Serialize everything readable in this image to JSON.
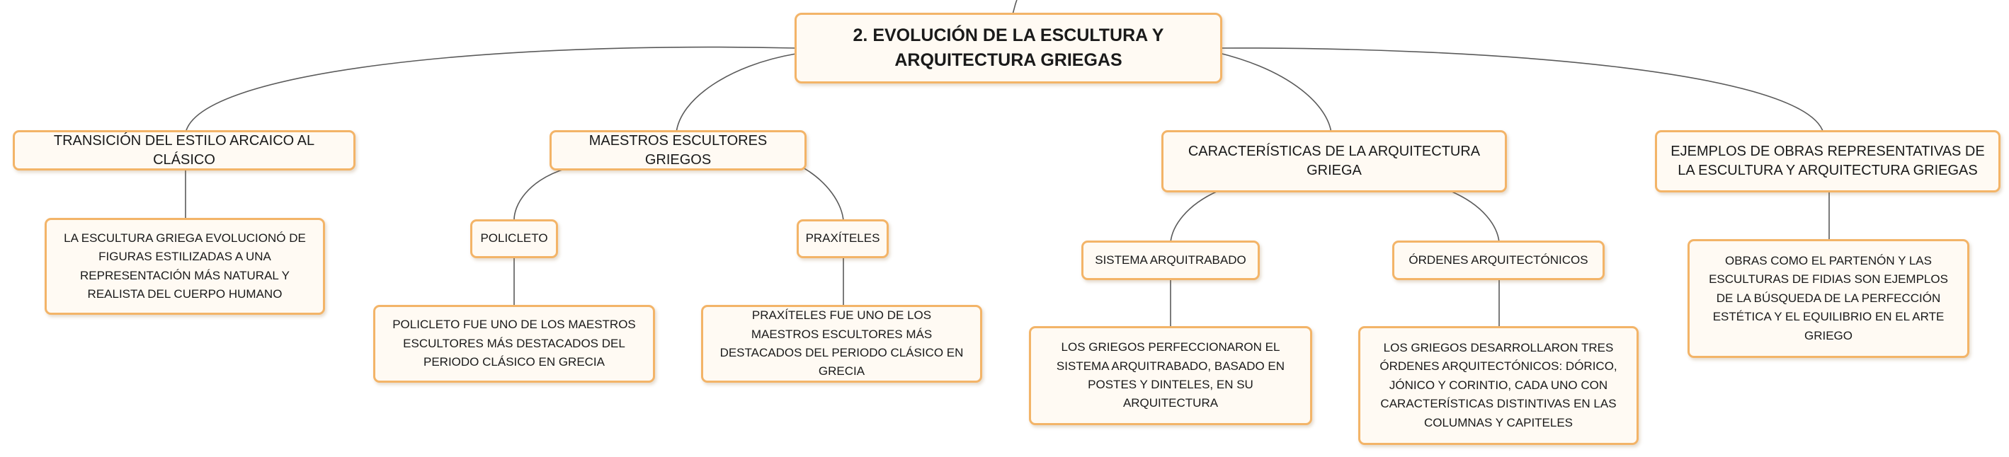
{
  "mindmap": {
    "root": "2. EVOLUCIÓN DE LA ESCULTURA Y ARQUITECTURA GRIEGAS",
    "branches": [
      {
        "label": "TRANSICIÓN DEL ESTILO ARCAICO AL CLÁSICO",
        "detail": "LA ESCULTURA GRIEGA EVOLUCIONÓ DE FIGURAS ESTILIZADAS A UNA REPRESENTACIÓN MÁS NATURAL Y REALISTA DEL CUERPO HUMANO"
      },
      {
        "label": "MAESTROS ESCULTORES GRIEGOS",
        "children": [
          {
            "label": "POLICLETO",
            "detail": "POLICLETO FUE UNO DE LOS MAESTROS ESCULTORES MÁS DESTACADOS DEL PERIODO CLÁSICO EN GRECIA"
          },
          {
            "label": "PRAXÍTELES",
            "detail": "PRAXÍTELES FUE UNO DE LOS MAESTROS ESCULTORES MÁS DESTACADOS DEL PERIODO CLÁSICO EN GRECIA"
          }
        ]
      },
      {
        "label": "CARACTERÍSTICAS DE LA ARQUITECTURA GRIEGA",
        "children": [
          {
            "label": "SISTEMA ARQUITRABADO",
            "detail": "LOS GRIEGOS PERFECCIONARON EL SISTEMA ARQUITRABADO, BASADO EN POSTES Y DINTELES, EN SU ARQUITECTURA"
          },
          {
            "label": "ÓRDENES ARQUITECTÓNICOS",
            "detail": "LOS GRIEGOS DESARROLLARON TRES ÓRDENES ARQUITECTÓNICOS: DÓRICO, JÓNICO Y CORINTIO, CADA UNO CON CARACTERÍSTICAS DISTINTIVAS EN LAS COLUMNAS Y CAPITELES"
          }
        ]
      },
      {
        "label": "EJEMPLOS DE OBRAS REPRESENTATIVAS DE LA ESCULTURA Y ARQUITECTURA GRIEGAS",
        "detail": "OBRAS COMO EL PARTENÓN Y LAS ESCULTURAS DE FIDIAS SON EJEMPLOS DE LA BÚSQUEDA DE LA PERFECCIÓN ESTÉTICA Y EL EQUILIBRIO EN EL ARTE GRIEGO"
      }
    ]
  },
  "colors": {
    "node_border": "#f3b468",
    "node_fill": "#fffaf3",
    "connector": "#5a5a5a"
  }
}
